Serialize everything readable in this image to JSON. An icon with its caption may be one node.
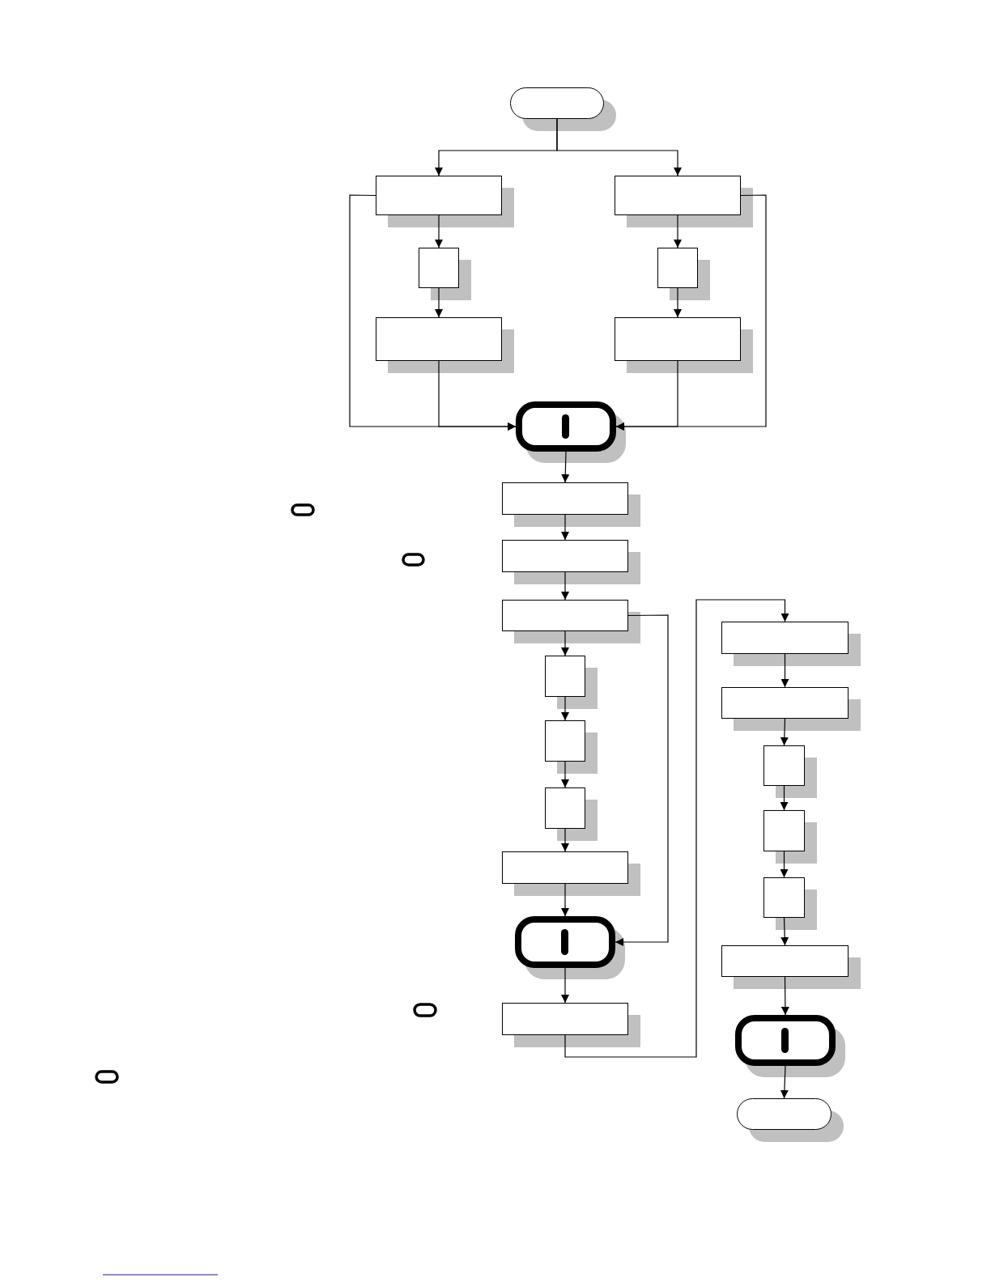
{
  "diagram": {
    "nodes": [
      {
        "text": [],
        "shape": "terminator"
      },
      {
        "text": [],
        "shape": "box"
      },
      {
        "text": [],
        "shape": "box"
      },
      {
        "text": [],
        "shape": "box"
      },
      {
        "text": [],
        "shape": "box"
      },
      {
        "text": [],
        "shape": "box"
      },
      {
        "text": [],
        "shape": "box"
      },
      {
        "text": [],
        "shape": "junction"
      },
      {
        "text": [],
        "shape": "box"
      },
      {
        "text": [],
        "shape": "box"
      },
      {
        "text": [],
        "shape": "box"
      },
      {
        "text": [],
        "shape": "box"
      },
      {
        "text": [],
        "shape": "box"
      },
      {
        "text": [],
        "shape": "box"
      },
      {
        "text": [],
        "shape": "box"
      },
      {
        "text": [],
        "shape": "junction"
      },
      {
        "text": [],
        "shape": "box"
      },
      {
        "text": [],
        "shape": "box"
      },
      {
        "text": [],
        "shape": "box"
      },
      {
        "text": [],
        "shape": "box"
      },
      {
        "text": [],
        "shape": "box"
      },
      {
        "text": [],
        "shape": "box"
      },
      {
        "text": [],
        "shape": "box"
      },
      {
        "text": [],
        "shape": "junction"
      },
      {
        "text": [],
        "shape": "terminator"
      }
    ],
    "edges": [
      {
        "from": 0,
        "to": 1,
        "arrow": "to"
      },
      {
        "from": 0,
        "to": 2,
        "arrow": "to"
      },
      {
        "from": 1,
        "to": 3,
        "arrow": "to"
      },
      {
        "from": 3,
        "to": 5,
        "arrow": "to"
      },
      {
        "from": 2,
        "to": 4,
        "arrow": "to"
      },
      {
        "from": 4,
        "to": 6,
        "arrow": "to"
      },
      {
        "from": 1,
        "to": 7,
        "arrow": "to"
      },
      {
        "from": 5,
        "to": 7,
        "arrow": "to"
      },
      {
        "from": 2,
        "to": 7,
        "arrow": "to"
      },
      {
        "from": 6,
        "to": 7,
        "arrow": "to"
      },
      {
        "from": 7,
        "to": 8,
        "arrow": "to"
      },
      {
        "from": 8,
        "to": 9,
        "arrow": "to"
      },
      {
        "from": 9,
        "to": 10,
        "arrow": "to"
      },
      {
        "from": 10,
        "to": 11,
        "arrow": "to"
      },
      {
        "from": 11,
        "to": 12,
        "arrow": "to"
      },
      {
        "from": 12,
        "to": 13,
        "arrow": "to"
      },
      {
        "from": 13,
        "to": 14,
        "arrow": "to"
      },
      {
        "from": 14,
        "to": 15,
        "arrow": "to"
      },
      {
        "from": 10,
        "to": 15,
        "arrow": "to"
      },
      {
        "from": 15,
        "to": 16,
        "arrow": "to"
      },
      {
        "from": 16,
        "to": 17,
        "arrow": "to"
      },
      {
        "from": 17,
        "to": 18,
        "arrow": "to"
      },
      {
        "from": 18,
        "to": 19,
        "arrow": "to"
      },
      {
        "from": 19,
        "to": 20,
        "arrow": "to"
      },
      {
        "from": 20,
        "to": 21,
        "arrow": "to"
      },
      {
        "from": 21,
        "to": 22,
        "arrow": "to"
      },
      {
        "from": 22,
        "to": 23,
        "arrow": "to"
      },
      {
        "from": 23,
        "to": 24,
        "arrow": "to"
      }
    ]
  }
}
